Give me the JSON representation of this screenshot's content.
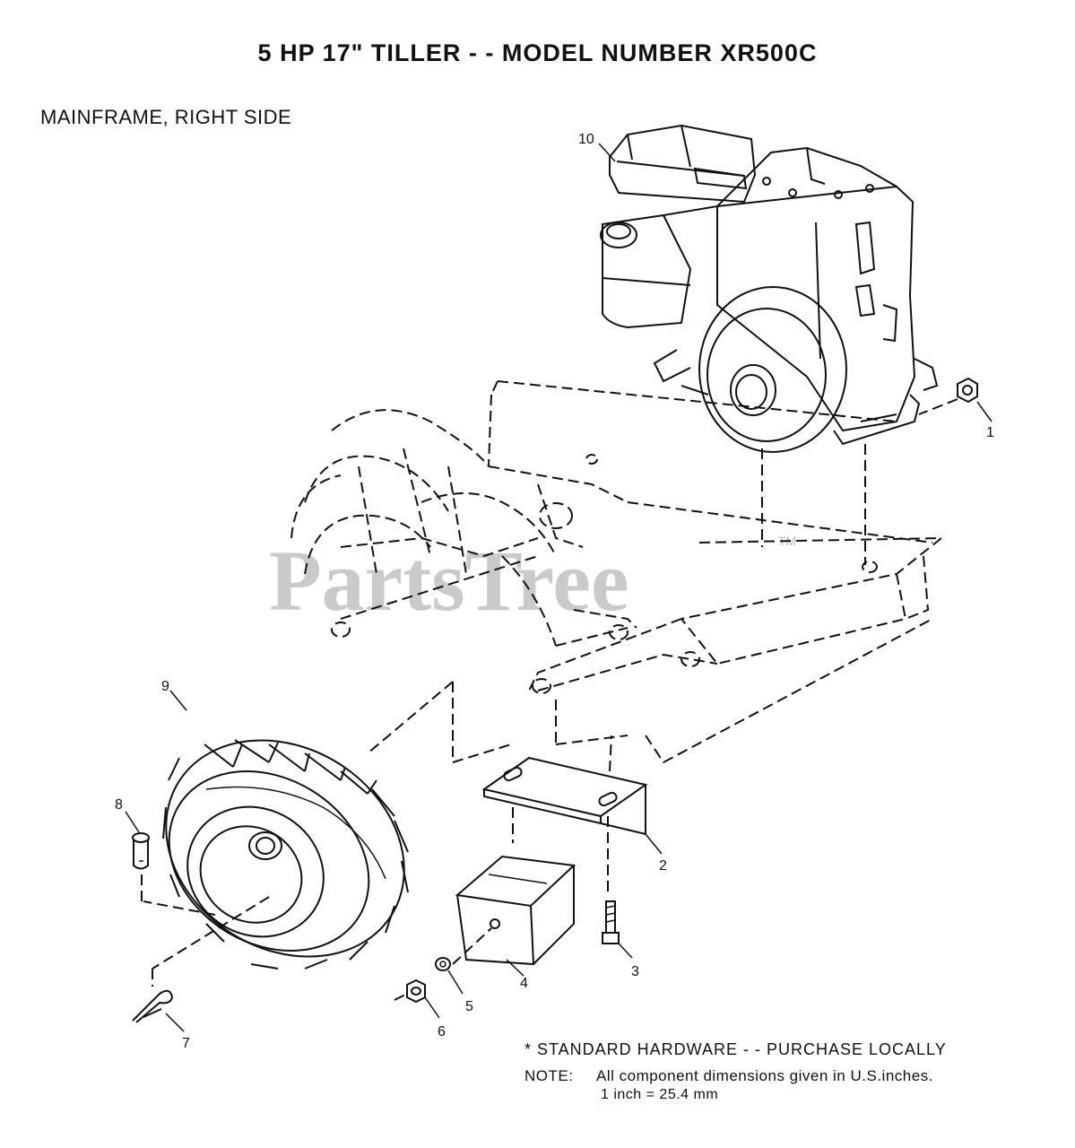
{
  "title": "5 HP 17\" TILLER - - MODEL NUMBER XR500C",
  "subtitle": "MAINFRAME, RIGHT SIDE",
  "watermark": "PartsTree",
  "watermark_tm": "TM",
  "callouts": {
    "c1": "1",
    "c2": "2",
    "c3": "3",
    "c4": "4",
    "c5": "5",
    "c6": "6",
    "c7": "7",
    "c8": "8",
    "c9": "9",
    "c10": "10"
  },
  "footer": {
    "hardware": "* STANDARD HARDWARE - - PURCHASE LOCALLY",
    "note_label": "NOTE:",
    "note_text": "All component dimensions given in U.S.inches.",
    "conversion": "1 inch = 25.4 mm"
  }
}
